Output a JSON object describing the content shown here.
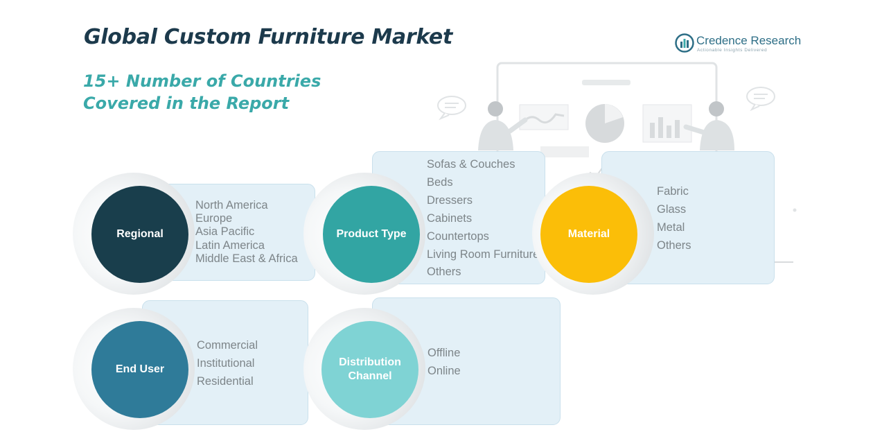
{
  "title": "Global Custom Furniture Market",
  "subtitle": {
    "line1": "15+ Number of Countries",
    "line2": "Covered in the Report"
  },
  "logo": {
    "name": "Credence Research",
    "tagline": "Actionable Insights Delivered"
  },
  "colors": {
    "regional": "#193e4c",
    "product_type": "#32a5a3",
    "material": "#fbbe08",
    "end_user": "#2f7b99",
    "distribution_channel": "#7fd3d4",
    "panel": "#e3f0f7"
  },
  "segments": {
    "regional": {
      "label": "Regional",
      "items": [
        "North America",
        "Europe",
        "Asia Pacific",
        "Latin America",
        "Middle East & Africa"
      ]
    },
    "product_type": {
      "label": "Product Type",
      "items": [
        "Sofas & Couches",
        "Beds",
        "Dressers",
        "Cabinets",
        "Countertops",
        "Living Room Furniture",
        "Others"
      ]
    },
    "material": {
      "label": "Material",
      "items": [
        "Fabric",
        "Glass",
        "Metal",
        "Others"
      ]
    },
    "end_user": {
      "label": "End User",
      "items": [
        "Commercial",
        "Institutional",
        "Residential"
      ]
    },
    "distribution_channel": {
      "label": "Distribution Channel",
      "items": [
        "Offline",
        "Online"
      ]
    }
  }
}
